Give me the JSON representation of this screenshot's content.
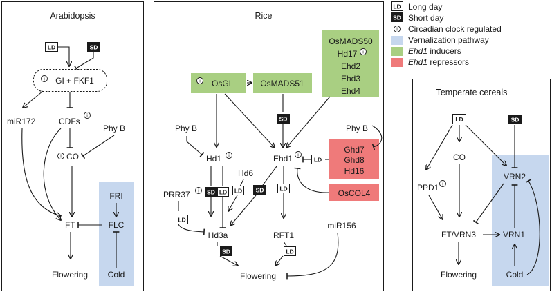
{
  "colors": {
    "vernalization": "#c6d7ee",
    "inducer": "#a9cf82",
    "repressor": "#ef7a7a",
    "ink": "#1a1a1a"
  },
  "icons": {
    "long_day": "long-day-icon",
    "short_day": "short-day-icon",
    "clock": "clock-icon"
  },
  "tags": {
    "ld": "LD",
    "sd": "SD",
    "clock": "i"
  },
  "legend": {
    "long_day": "Long day",
    "short_day": "Short day",
    "circadian": "Circadian clock regulated",
    "vernalization": "Vernalization pathway",
    "inducers_italic": "Ehd1",
    "inducers_rest": " inducers",
    "repressors_italic": "Ehd1",
    "repressors_rest": " repressors"
  },
  "arabidopsis": {
    "title": "Arabidopsis",
    "gi_fkf1": "GI + FKF1",
    "mir172": "miR172",
    "cdfs": "CDFs",
    "phyb": "Phy B",
    "co": "CO",
    "ft": "FT",
    "fri": "FRI",
    "flc": "FLC",
    "cold": "Cold",
    "flowering": "Flowering"
  },
  "rice": {
    "title": "Rice",
    "osgi": "OsGI",
    "osmads51": "OsMADS51",
    "inducers": [
      "OsMADS50",
      "Hd17",
      "Ehd2",
      "Ehd3",
      "Ehd4"
    ],
    "phyb_left": "Phy B",
    "phyb_right": "Phy B",
    "hd1": "Hd1",
    "ehd1": "Ehd1",
    "repressors": [
      "Ghd7",
      "Ghd8",
      "Hd16"
    ],
    "oscol4": "OsCOL4",
    "hd6": "Hd6",
    "prr37": "PRR37",
    "hd3a": "Hd3a",
    "rft1": "RFT1",
    "mir156": "miR156",
    "flowering": "Flowering"
  },
  "temperate": {
    "title": "Temperate cereals",
    "co": "CO",
    "ppd1": "PPD1",
    "vrn2": "VRN2",
    "ft_vrn3": "FT/VRN3",
    "vrn1": "VRN1",
    "flowering": "Flowering",
    "cold": "Cold"
  }
}
